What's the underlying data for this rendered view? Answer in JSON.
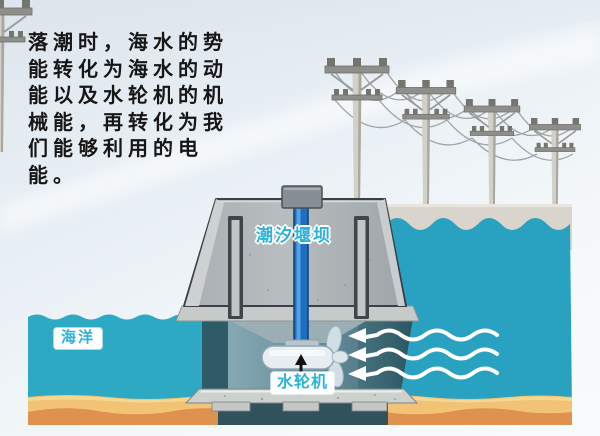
{
  "caption": {
    "text": "落潮时，海水的势\n能转化为海水的动\n能以及水轮机的机\n械能，再转化为我\n们能够利用的电能。"
  },
  "labels": {
    "dam": "潮汐堰坝",
    "ocean": "海洋",
    "turbine": "水轮机"
  },
  "colors": {
    "sea": "#2aa5c2",
    "sea_left": "#2ea9c4",
    "sand_light": "#f2c374",
    "sand_dark": "#df9150",
    "dam_gray": "#b5babc",
    "beam_gray": "#c6cac9",
    "tunnel_teal": "#5d8b99",
    "pier_dark": "#2f5a68",
    "shaft_blue": "#1d6fc2",
    "label_cyan": "#2bb3d8",
    "pole_gray": "#d3d0c8",
    "wire_gray": "#a0a5a9",
    "text_black": "#161616"
  }
}
